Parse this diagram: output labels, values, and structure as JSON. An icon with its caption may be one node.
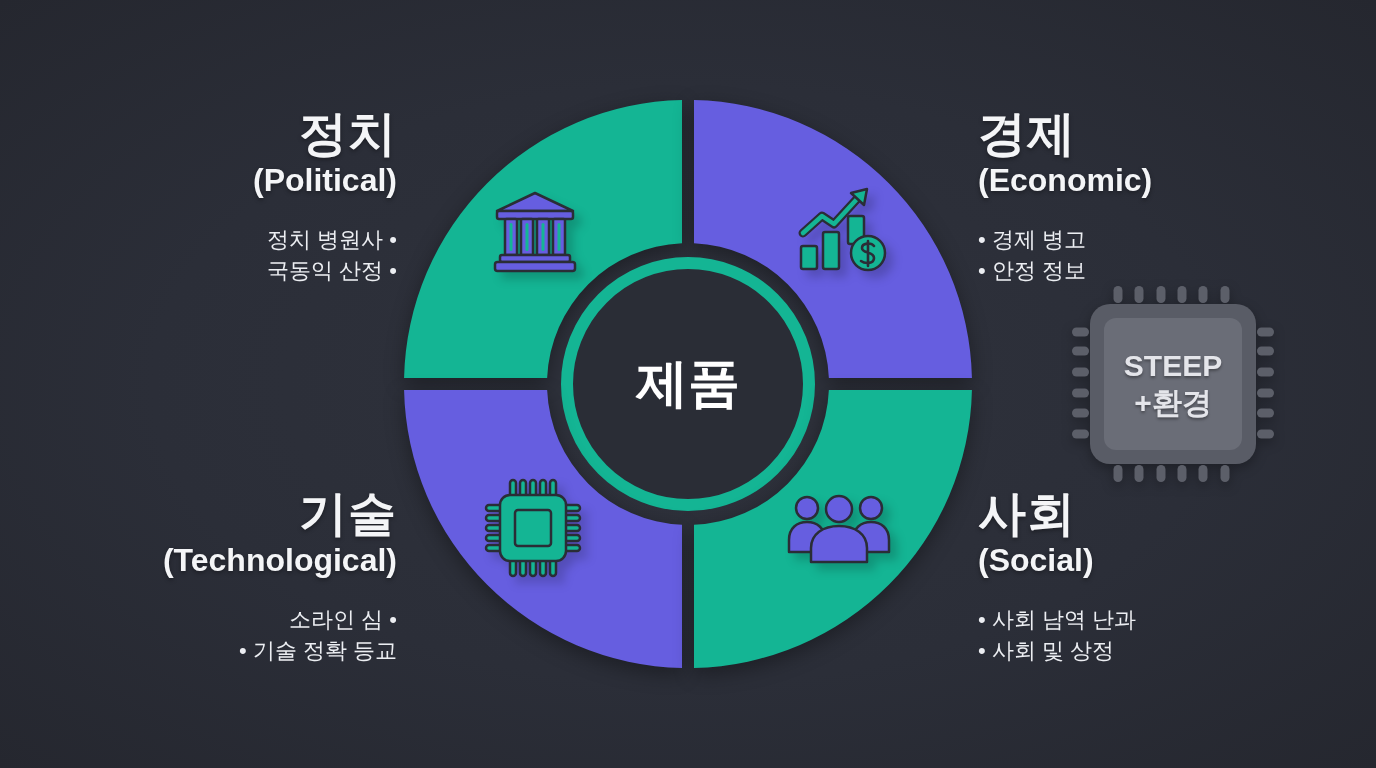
{
  "diagram": {
    "nodes": [
      {
        "text": [
          "정치",
          "(Political)"
        ],
        "beside": [
          "정치 병원사 •",
          "국동익 산정 •"
        ]
      },
      {
        "text": [
          "경제",
          "(Economic)"
        ],
        "beside": [
          "• 경제 병고",
          "• 안정 정보"
        ]
      },
      {
        "text": [
          "제품"
        ]
      },
      {
        "text": [
          "STEEP +환경"
        ]
      },
      {
        "text": [
          "기술",
          "(Technological)"
        ],
        "beside": [
          "소라인 심 •",
          "• 기술 정확 등교"
        ]
      },
      {
        "text": [
          "사회",
          "(Social)"
        ],
        "beside": [
          "• 사회 남역 난과",
          "• 사회 및 상정"
        ]
      }
    ]
  }
}
